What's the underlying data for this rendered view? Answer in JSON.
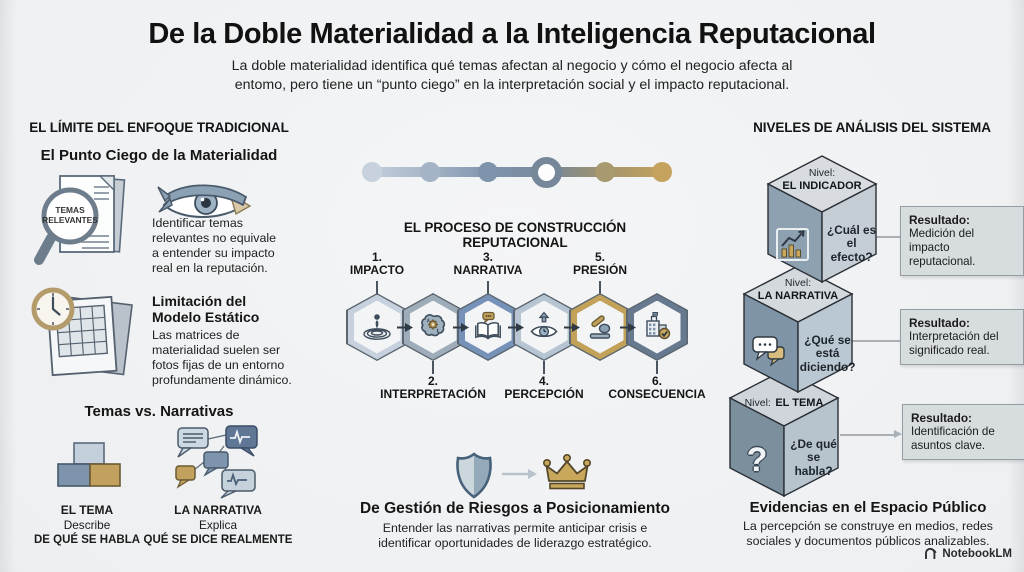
{
  "header": {
    "title": "De la Doble Materialidad a la Inteligencia Reputacional",
    "subtitle_line1": "La doble materialidad identifica qué temas afectan al negocio y cómo el negocio afecta al",
    "subtitle_line2": "entomo, pero tiene un “punto ciego” en la interpretación social y el impacto reputacional."
  },
  "left": {
    "section_title": "EL LÍMITE DEL ENFOQUE TRADICIONAL",
    "blind_spot": {
      "title": "El Punto Ciego de la Materialidad",
      "lens_line1": "TEMAS",
      "lens_line2": "RELEVANTES",
      "text": "Identificar temas relevantes no equivale a entender su impacto real en la reputación."
    },
    "static_model": {
      "title_line1": "Limitación del",
      "title_line2": "Modelo Estático",
      "text": "Las matrices de materialidad suelen ser fotos fijas de un entorno profundamente dinámico."
    },
    "themes_vs_narratives": {
      "title": "Temas vs. Narrativas",
      "tema": {
        "label": "EL TEMA",
        "line1": "Describe",
        "line2": "DE QUÉ SE HABLA"
      },
      "narrativa": {
        "label": "LA NARRATIVA",
        "line1": "Explica",
        "line2": "QUÉ SE DICE REALMENTE"
      }
    }
  },
  "process": {
    "title": "EL PROCESO DE CONSTRUCCIÓN REPUTACIONAL",
    "steps": [
      {
        "num": "1.",
        "label": "IMPACTO",
        "icon": "impact-ripple-icon",
        "color": "#c6d1dd"
      },
      {
        "num": "2.",
        "label": "INTERPRETACIÓN",
        "icon": "brain-gear-icon",
        "color": "#9facb9"
      },
      {
        "num": "3.",
        "label": "NARRATIVA",
        "icon": "book-speech-icon",
        "color": "#7792b8"
      },
      {
        "num": "4.",
        "label": "PERCEPCIÓN",
        "icon": "eye-arrow-icon",
        "color": "#b7c5d3"
      },
      {
        "num": "5.",
        "label": "PRESIÓN",
        "icon": "gavel-icon",
        "color": "#c2a159"
      },
      {
        "num": "6.",
        "label": "CONSECUENCIA",
        "icon": "building-check-icon",
        "color": "#66798f"
      }
    ],
    "risk_to_positioning": {
      "title": "De Gestión de Riesgos a Posicionamiento",
      "text_line1": "Entender las narrativas permite anticipar crisis e",
      "text_line2": "identificar oportunidades de liderazgo estratégico."
    }
  },
  "right": {
    "section_title": "NIVELES DE ANÁLISIS DEL SISTEMA",
    "levels": [
      {
        "prefix": "Nivel:",
        "name": "EL INDICADOR",
        "question": "¿Cuál es el efecto?",
        "result_label": "Resultado:",
        "result_text": "Medición del impacto reputacional."
      },
      {
        "prefix": "Nivel:",
        "name": "LA NARRATIVA",
        "question": "¿Qué se está diciendo?",
        "result_label": "Resultado:",
        "result_text": "Interpretación del significado real."
      },
      {
        "prefix": "Nivel:",
        "name": "EL TEMA",
        "question": "¿De qué se habla?",
        "result_label": "Resultado:",
        "result_text": "Identificación de asuntos clave."
      }
    ],
    "evidence": {
      "title": "Evidencias en el Espacio Público",
      "text": "La percepción se construye en medios, redes sociales y documentos públicos analizables."
    }
  },
  "footer": {
    "brand": "NotebookLM"
  },
  "timeline": {
    "dot_colors": [
      "#c8d2de",
      "#a4b3c5",
      "#7e93ac",
      "#76879a",
      "#a8996e",
      "#c5a35e"
    ]
  },
  "colors": {
    "ink": "#3e4d5c",
    "gold": "#c2a15e",
    "slate": "#7e93ac",
    "background": "#edeff1"
  }
}
